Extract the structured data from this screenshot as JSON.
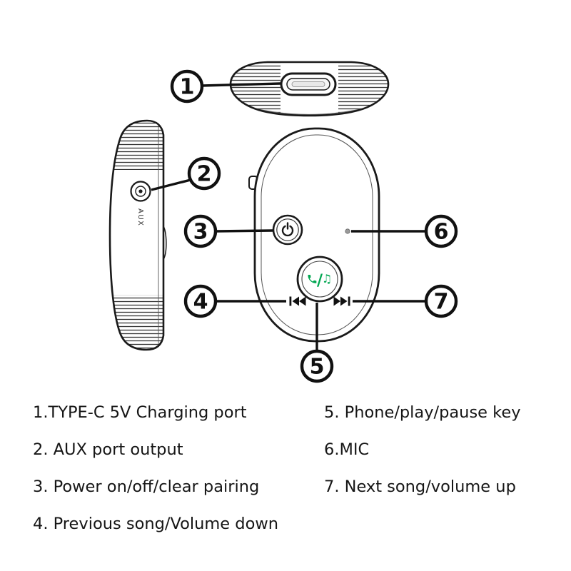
{
  "callouts": [
    "1",
    "2",
    "3",
    "4",
    "5",
    "6",
    "7"
  ],
  "device": {
    "aux_label": "AUX",
    "slash": "/",
    "music_note": "♫"
  },
  "legend": {
    "left": [
      "1.TYPE-C 5V Charging port",
      "2. AUX port output",
      "3. Power on/off/clear pairing",
      "4. Previous song/Volume down"
    ],
    "right": [
      "5. Phone/play/pause key",
      "6.MIC",
      "7. Next song/volume up"
    ]
  },
  "colors": {
    "outline": "#1a1a1a",
    "icon_green": "#00a651",
    "callout_black": "#111111"
  }
}
